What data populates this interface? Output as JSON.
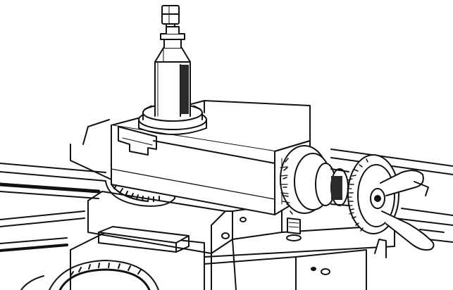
{
  "figure": {
    "subject": "lathe-compound-rest-with-tool-post-illustration",
    "style": "black-and-white line drawing",
    "colors": {
      "ink": "#111111",
      "paper": "#ffffff",
      "shade": "#2a2a2a"
    },
    "parts": [
      "tool-post",
      "tool-post-clamp-nut",
      "tool-post-ring-collar",
      "compound-rest-top-slide",
      "t-slot",
      "swivel-base-graduated-dial",
      "cross-slide",
      "compound-feed-screw-micrometer-collar",
      "compound-feed-handwheel",
      "handwheel-crank-handle",
      "lathe-bed-ways",
      "carriage-apron-handwheel"
    ]
  }
}
